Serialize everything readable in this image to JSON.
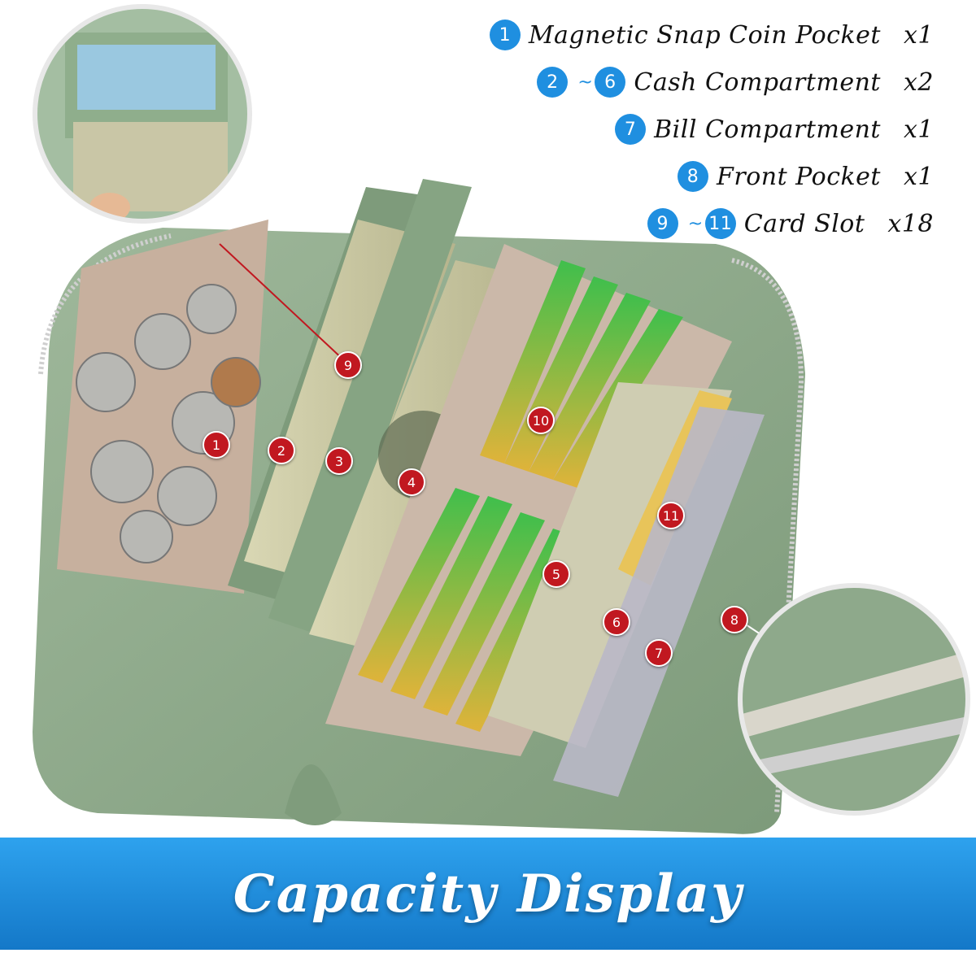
{
  "legend": [
    {
      "numbers": [
        "1"
      ],
      "label": "Magnetic Snap Coin Pocket",
      "count": "x1"
    },
    {
      "numbers": [
        "2",
        "6"
      ],
      "label": "Cash Compartment",
      "count": "x2"
    },
    {
      "numbers": [
        "7"
      ],
      "label": "Bill Compartment",
      "count": "x1"
    },
    {
      "numbers": [
        "8"
      ],
      "label": "Front Pocket",
      "count": "x1"
    },
    {
      "numbers": [
        "9",
        "11"
      ],
      "label": "Card Slot",
      "count": "x18"
    }
  ],
  "markers": [
    "1",
    "2",
    "3",
    "4",
    "5",
    "6",
    "7",
    "8",
    "9",
    "10",
    "11"
  ],
  "banner": {
    "title": "Capacity Display"
  },
  "colors": {
    "accent_blue": "#1f8fe0",
    "marker_red": "#c11820",
    "leather_green": "#8faa8c",
    "lining": "#c9b5a6"
  }
}
